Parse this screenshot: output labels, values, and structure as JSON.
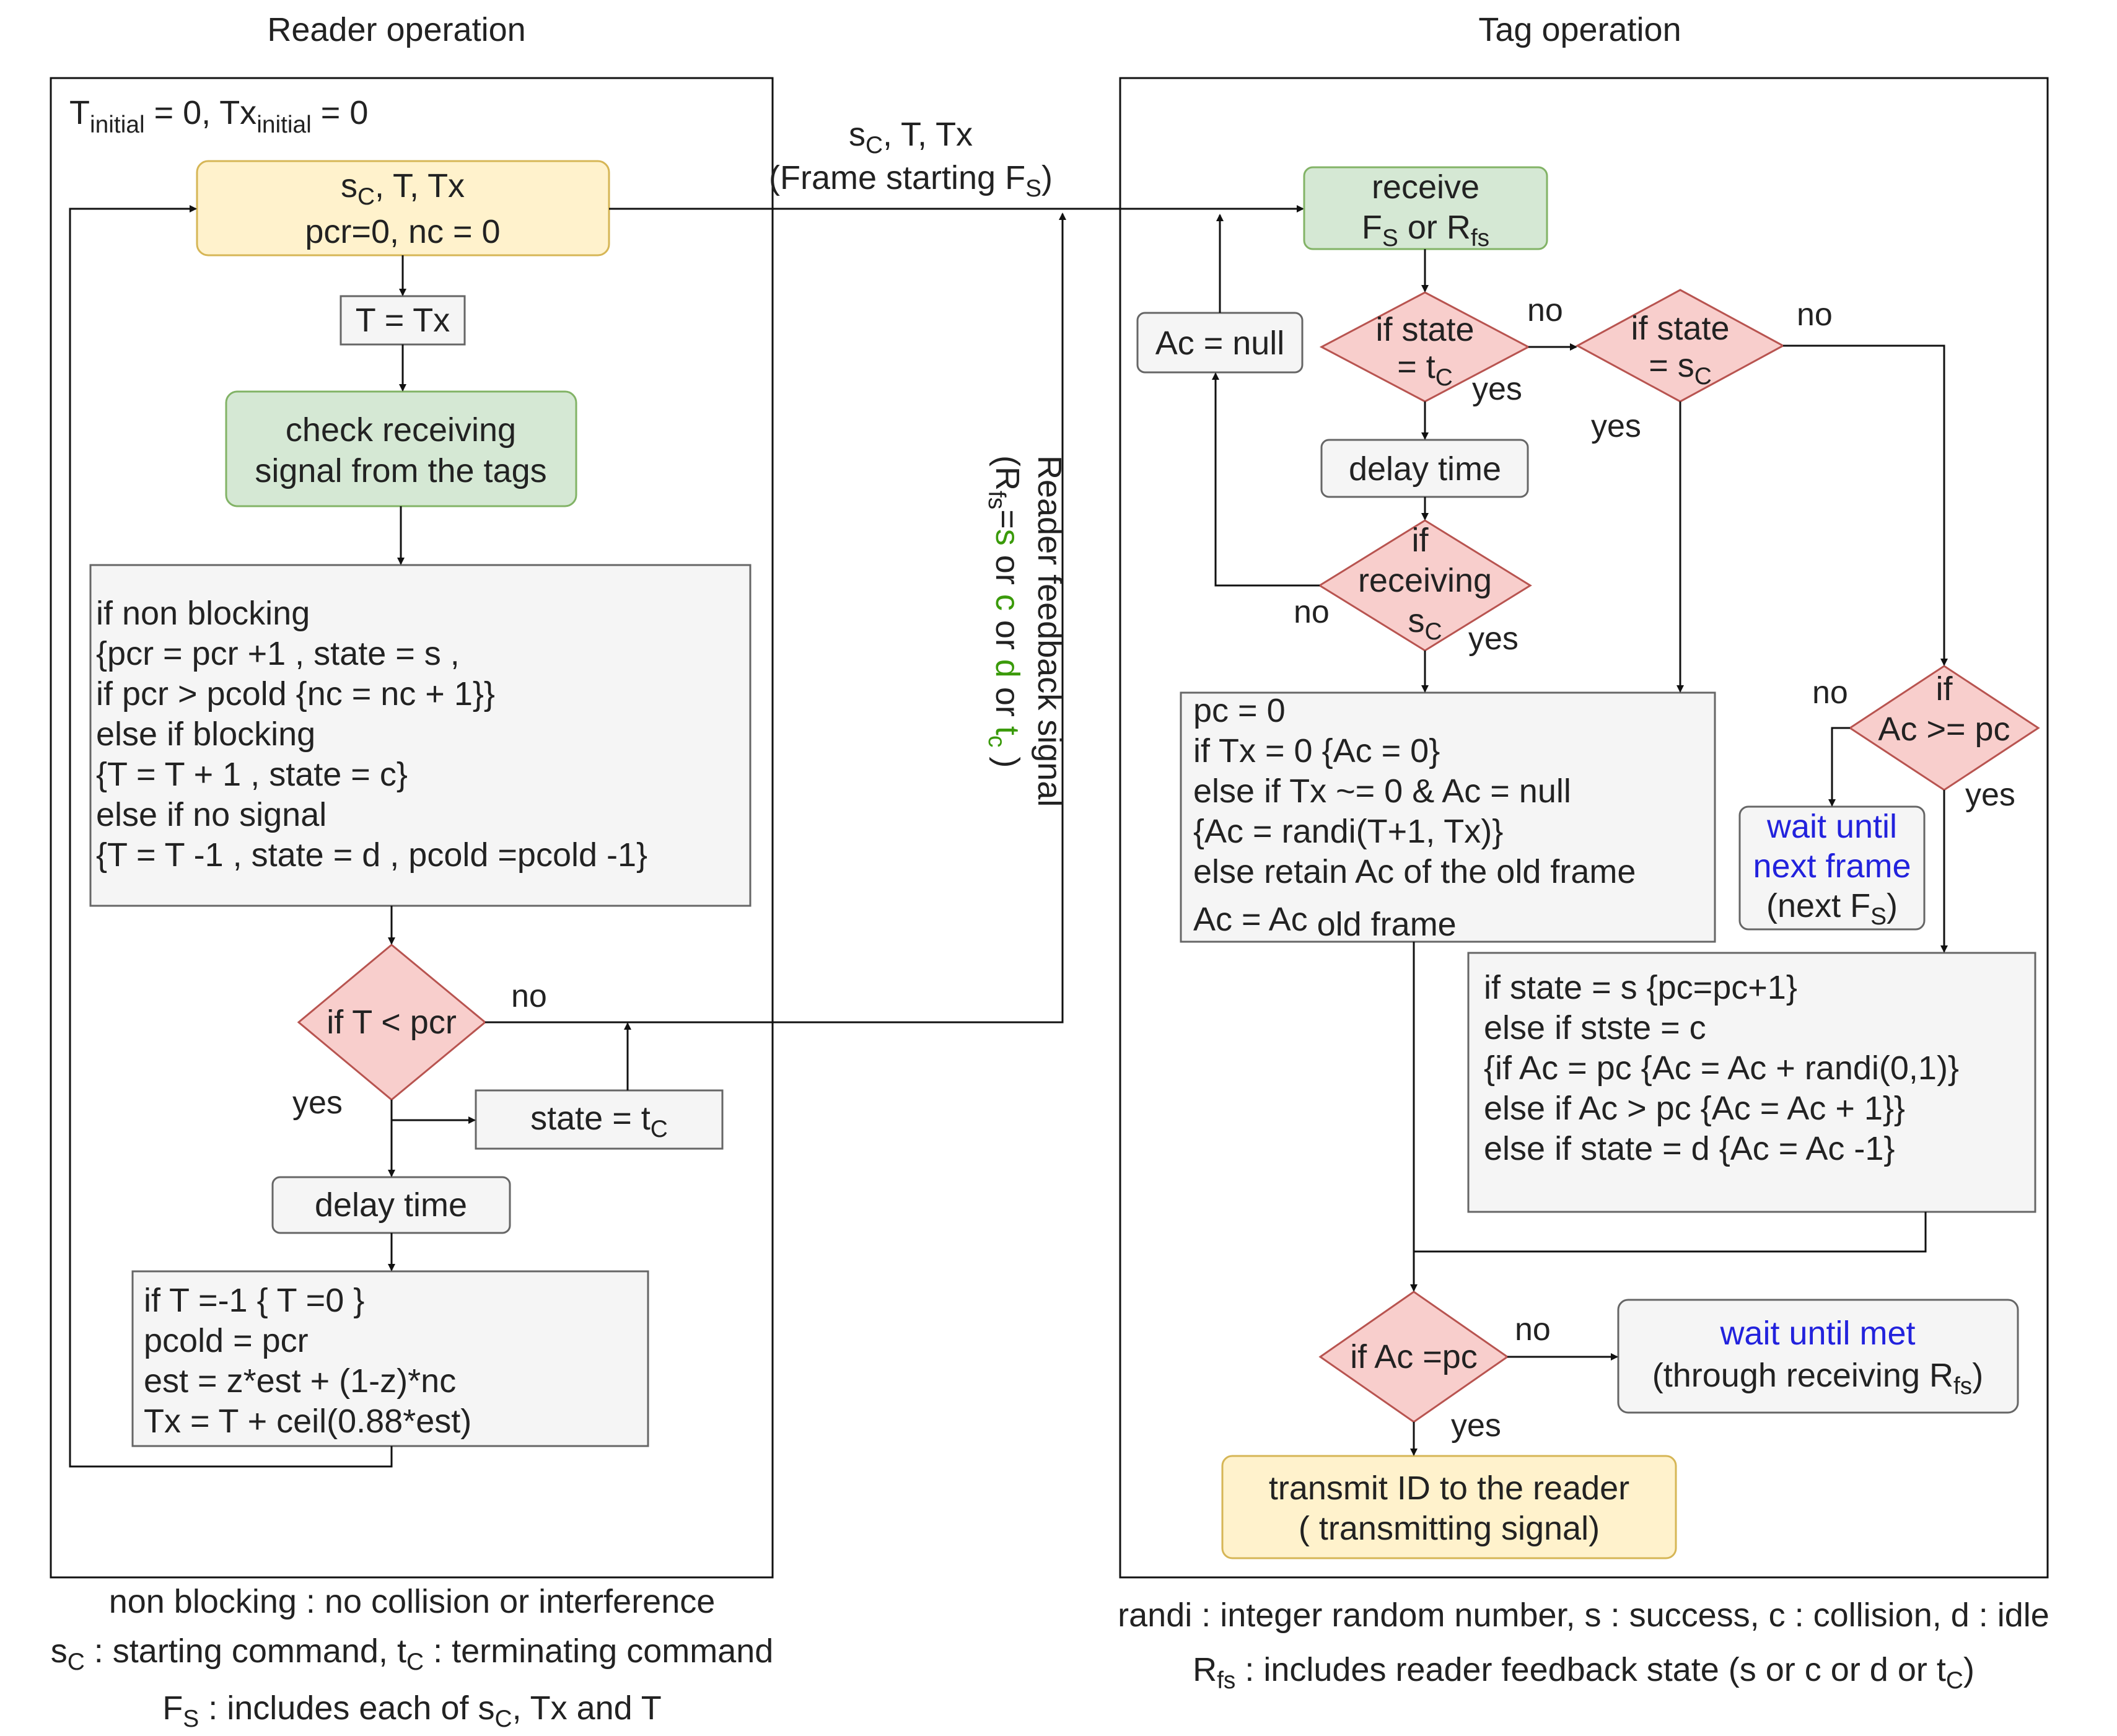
{
  "titles": {
    "reader": "Reader operation",
    "tag": "Tag operation"
  },
  "colors": {
    "yellow_fill": "#fff2cc",
    "yellow_stroke": "#d6b656",
    "green_fill": "#d5e8d4",
    "green_stroke": "#82b366",
    "red_fill": "#f8cecc",
    "red_stroke": "#b85450",
    "gray_fill": "#f5f5f5",
    "gray_stroke": "#666666",
    "blue_text": "#2222dd",
    "green_text": "#3a9a0a"
  },
  "reader": {
    "init": {
      "a": "T",
      "a_sub": "initial",
      "b": " = 0, Tx",
      "b_sub": "initial",
      "c": "  = 0"
    },
    "start_box": {
      "l1_a": "s",
      "l1_sub": "C",
      "l1_b": ", T, Tx",
      "l2": "pcr=0, nc = 0"
    },
    "assign": "T = Tx",
    "check": [
      "check receiving",
      "signal from the tags"
    ],
    "logic": [
      "if non blocking",
      "{pcr = pcr +1 , state = s ,",
      "if pcr > pcold {nc = nc + 1}}",
      "else if blocking",
      "{T = T + 1 , state = c}",
      "else if no signal",
      "{T = T -1 , state = d ,   pcold =pcold -1}"
    ],
    "decision": "if T <  pcr",
    "no": "no",
    "yes": "yes",
    "state_box": {
      "a": "state = t",
      "sub": "C"
    },
    "delay": "delay time",
    "update": [
      "if T =-1 { T =0 }",
      "pcold = pcr",
      "est = z*est + (1-z)*nc",
      "Tx = T + ceil(0.88*est)"
    ]
  },
  "link": {
    "top_l1": {
      "a": "s",
      "sub": "C",
      "b": ", T, Tx"
    },
    "top_l2": {
      "a": "(Frame starting F",
      "sub": "S",
      "b": ")"
    },
    "feedback": {
      "a": "Reader feedback signal",
      "b1": "(R",
      "b_sub": "fs",
      "b2": "=",
      "s": "s",
      "or1": " or ",
      "c": "c",
      "or2": " or ",
      "d": "d",
      "or3": " or ",
      "t": "t",
      "t_sub": "c",
      "end": " )"
    }
  },
  "tag": {
    "receive": {
      "l1": "receive",
      "l2_a": "F",
      "l2_sub": "S",
      "l2_b": " or R",
      "l2_sub2": "fs"
    },
    "ac_null": "Ac = null",
    "d_state_tc": {
      "l1": "if state",
      "l2_a": "= t",
      "l2_sub": "C"
    },
    "d_state_sc": {
      "l1": "if state",
      "l2_a": "= s",
      "l2_sub": "C"
    },
    "no": "no",
    "yes": "yes",
    "delay": "delay time",
    "d_recv": {
      "l1": "if",
      "l2": "receiving",
      "l3_a": "s",
      "l3_sub": "C"
    },
    "pc_block": [
      "pc = 0",
      "if Tx = 0 {Ac = 0}",
      "else if Tx ~= 0 & Ac = null",
      "{Ac = randi(T+1, Tx)}",
      "else retain Ac of the old frame"
    ],
    "pc_last": {
      "a": "Ac = Ac",
      "sub": " old frame"
    },
    "d_acpc": {
      "l1": "if",
      "l2": "Ac >= pc"
    },
    "wait_next": {
      "l1": "wait until",
      "l2": "next frame",
      "l3_a": "(next F",
      "l3_sub": "S",
      "l3_b": ")"
    },
    "state_block": [
      "if state = s  {pc=pc+1}",
      "else if  stste = c",
      "{if  Ac = pc {Ac = Ac + randi(0,1)}",
      "else if Ac > pc {Ac = Ac + 1}}",
      "else if state = d {Ac = Ac -1}"
    ],
    "d_aceq": "if Ac =pc",
    "wait_met": {
      "l1": "wait until met",
      "l2_a": "(through receiving R",
      "l2_sub": "fs",
      "l2_b": ")"
    },
    "transmit": [
      "transmit ID to the reader",
      "( transmitting signal)"
    ]
  },
  "notes_left": {
    "l1": "non blocking : no collision or interference",
    "l2": {
      "a": "s",
      "sub1": "C",
      "b": " : starting command, t",
      "sub2": "C",
      "c": " : terminating command"
    },
    "l3": {
      "a": "F",
      "sub1": "S",
      "b": " : includes each of s",
      "sub2": "C",
      "c": ", Tx and T"
    }
  },
  "notes_right": {
    "l1": "randi : integer random number,  s : success, c : collision, d : idle",
    "l2": {
      "a": "R",
      "sub1": "fs",
      "b": " : includes reader feedback state (s or c or d or t",
      "sub2": "C",
      "c": ")"
    }
  }
}
